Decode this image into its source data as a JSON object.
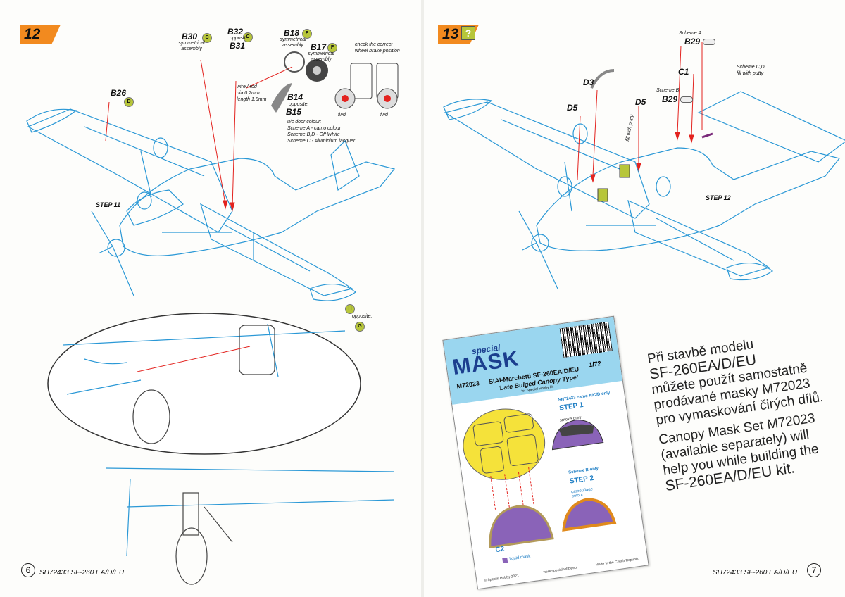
{
  "left_page": {
    "step_number": "12",
    "step_ref": "STEP 11",
    "parts": {
      "b30": "B30",
      "b30_note": "symmetrical assembly",
      "b32": "B32",
      "b32_note": "opposite:",
      "b31": "B31",
      "b18": "B18",
      "b18_note": "symmetrical assembly",
      "b17": "B17",
      "b17_note": "symmetrical assembly",
      "b26": "B26",
      "b14": "B14",
      "b14_note": "opposite:",
      "b15": "B15"
    },
    "wire_note": [
      "wire / rod",
      "dia 0.2mm",
      "length 1.8mm"
    ],
    "door_note": [
      "u/c door colour:",
      "Scheme A - camo colour",
      "Scheme B,D - Off White",
      "Scheme C - Aluminium lacquer"
    ],
    "brake_note": [
      "check the correct",
      "wheel brake position"
    ],
    "fwd": "fwd",
    "circle_letters": {
      "c": "C",
      "d": "D",
      "f": "F",
      "g": "G",
      "h": "H"
    },
    "h_note": "opposite:",
    "footer_code": "SH72433 SF-260 EA/D/EU",
    "page_number": "6"
  },
  "right_page": {
    "step_number": "13",
    "step_ref": "STEP 12",
    "parts": {
      "d3": "D3",
      "d5a": "D5",
      "d5b": "D5",
      "b29a": "B29",
      "b29a_note": "Scheme A",
      "b29b": "B29",
      "b29b_note": "Scheme B",
      "c1": "C1",
      "scheme_cd_note": [
        "Scheme C,D",
        "fill with putty"
      ],
      "putty_note": "fill with putty"
    },
    "footer_code": "SH72433 SF-260 EA/D/EU",
    "page_number": "7"
  },
  "mask_card": {
    "special": "special",
    "brand": "MASK",
    "code": "M72023",
    "title": "SIAI-Marchetti SF-260EA/D/EU",
    "subtitle": "'Late Bulged Canopy Type'",
    "for_note": "for Special Hobby kit",
    "scale": "1/72",
    "camo_note": "SH72433 camo A/C/D only",
    "step1": "STEP 1",
    "smoke_note": "smoke grey",
    "scheme_b": "Scheme B only",
    "step2": "STEP 2",
    "camo_colour": "camouflage colour",
    "part": "C2",
    "liquid_mask": "liquid mask",
    "copyright": "© Special Hobby 2021",
    "website": "www.specialhobby.eu",
    "made_in": "Made in the Czech Republic"
  },
  "czech_text": [
    "Při stavbě modelu",
    "SF-260EA/D/EU",
    "můžete použít samostatně",
    "prodávané masky M72023",
    "pro vymaskování čirých dílů."
  ],
  "english_text": [
    "Canopy Mask Set M72023",
    "(available separately) will",
    "help you while building the",
    "SF-260EA/D/EU kit."
  ],
  "colors": {
    "accent_orange": "#f28a1f",
    "line_blue": "#2a98d6",
    "part_green": "#b7c63a",
    "arrow_red": "#e3231f",
    "mask_blue": "#9ad6ef"
  }
}
